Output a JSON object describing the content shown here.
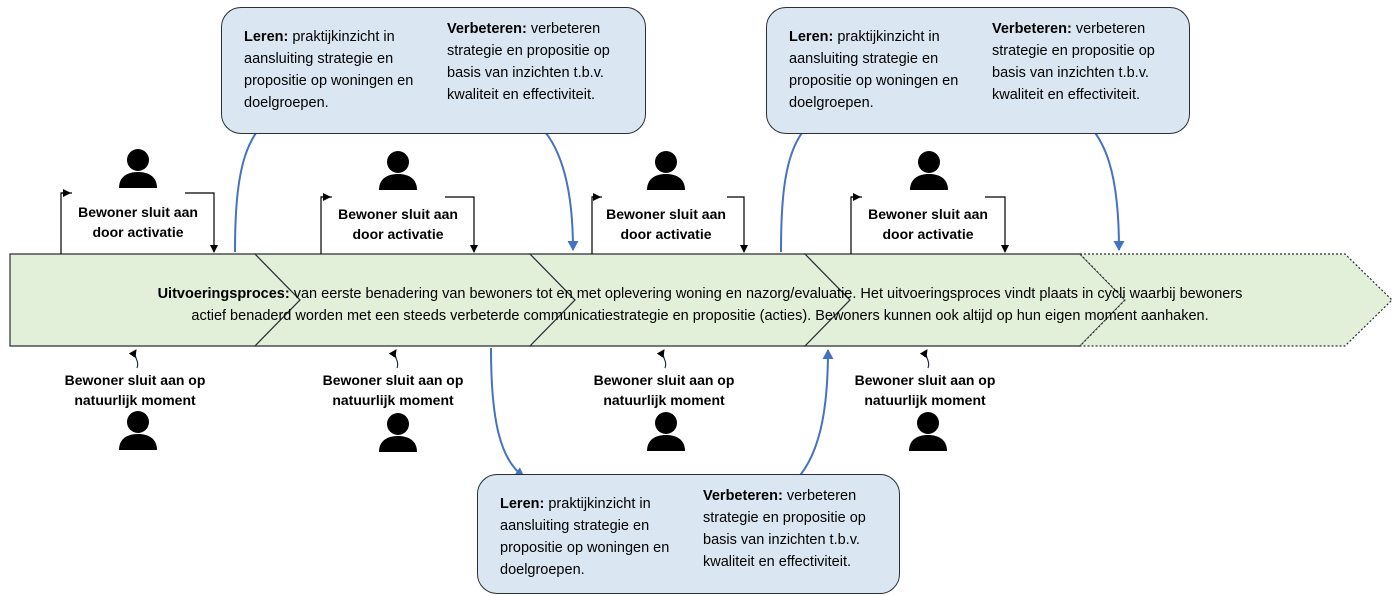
{
  "process": {
    "label": "Uitvoeringsproces:",
    "text_line1": " van eerste benadering van bewoners tot en met oplevering woning en nazorg/evaluatie. Het uitvoeringsproces vindt plaats in cycli waarbij bewoners",
    "text_line2": "actief benaderd worden met een steeds verbeterde communicatiestrategie en propositie (acties). Bewoners kunnen ook altijd op hun eigen moment aanhaken."
  },
  "boxes": [
    {
      "leren_label": "Leren:",
      "leren_text": " praktijkinzicht in aansluiting strategie en propositie op woningen en doelgroepen.",
      "verbeteren_label": "Verbeteren:",
      "verbeteren_text": " verbeteren strategie en propositie op basis van inzichten t.b.v. kwaliteit en effectiviteit."
    },
    {
      "leren_label": "Leren:",
      "leren_text": " praktijkinzicht in aansluiting strategie en propositie op woningen en doelgroepen.",
      "verbeteren_label": "Verbeteren:",
      "verbeteren_text": " verbeteren strategie en propositie op basis van inzichten t.b.v. kwaliteit en effectiviteit."
    },
    {
      "leren_label": "Leren:",
      "leren_text": " praktijkinzicht in aansluiting strategie en propositie op woningen en doelgroepen.",
      "verbeteren_label": "Verbeteren:",
      "verbeteren_text": " verbeteren strategie en propositie op basis van inzichten t.b.v. kwaliteit en effectiviteit."
    }
  ],
  "activation": {
    "line1": "Bewoner sluit aan",
    "line2": "door activatie"
  },
  "natural": {
    "line1": "Bewoner sluit aan op",
    "line2": "natuurlijk moment"
  },
  "colors": {
    "arrow_fill": "#e2efd9",
    "box_fill": "#dae6f2",
    "blue_arrow": "#4472c4"
  },
  "icons": {
    "person": "person-icon"
  }
}
